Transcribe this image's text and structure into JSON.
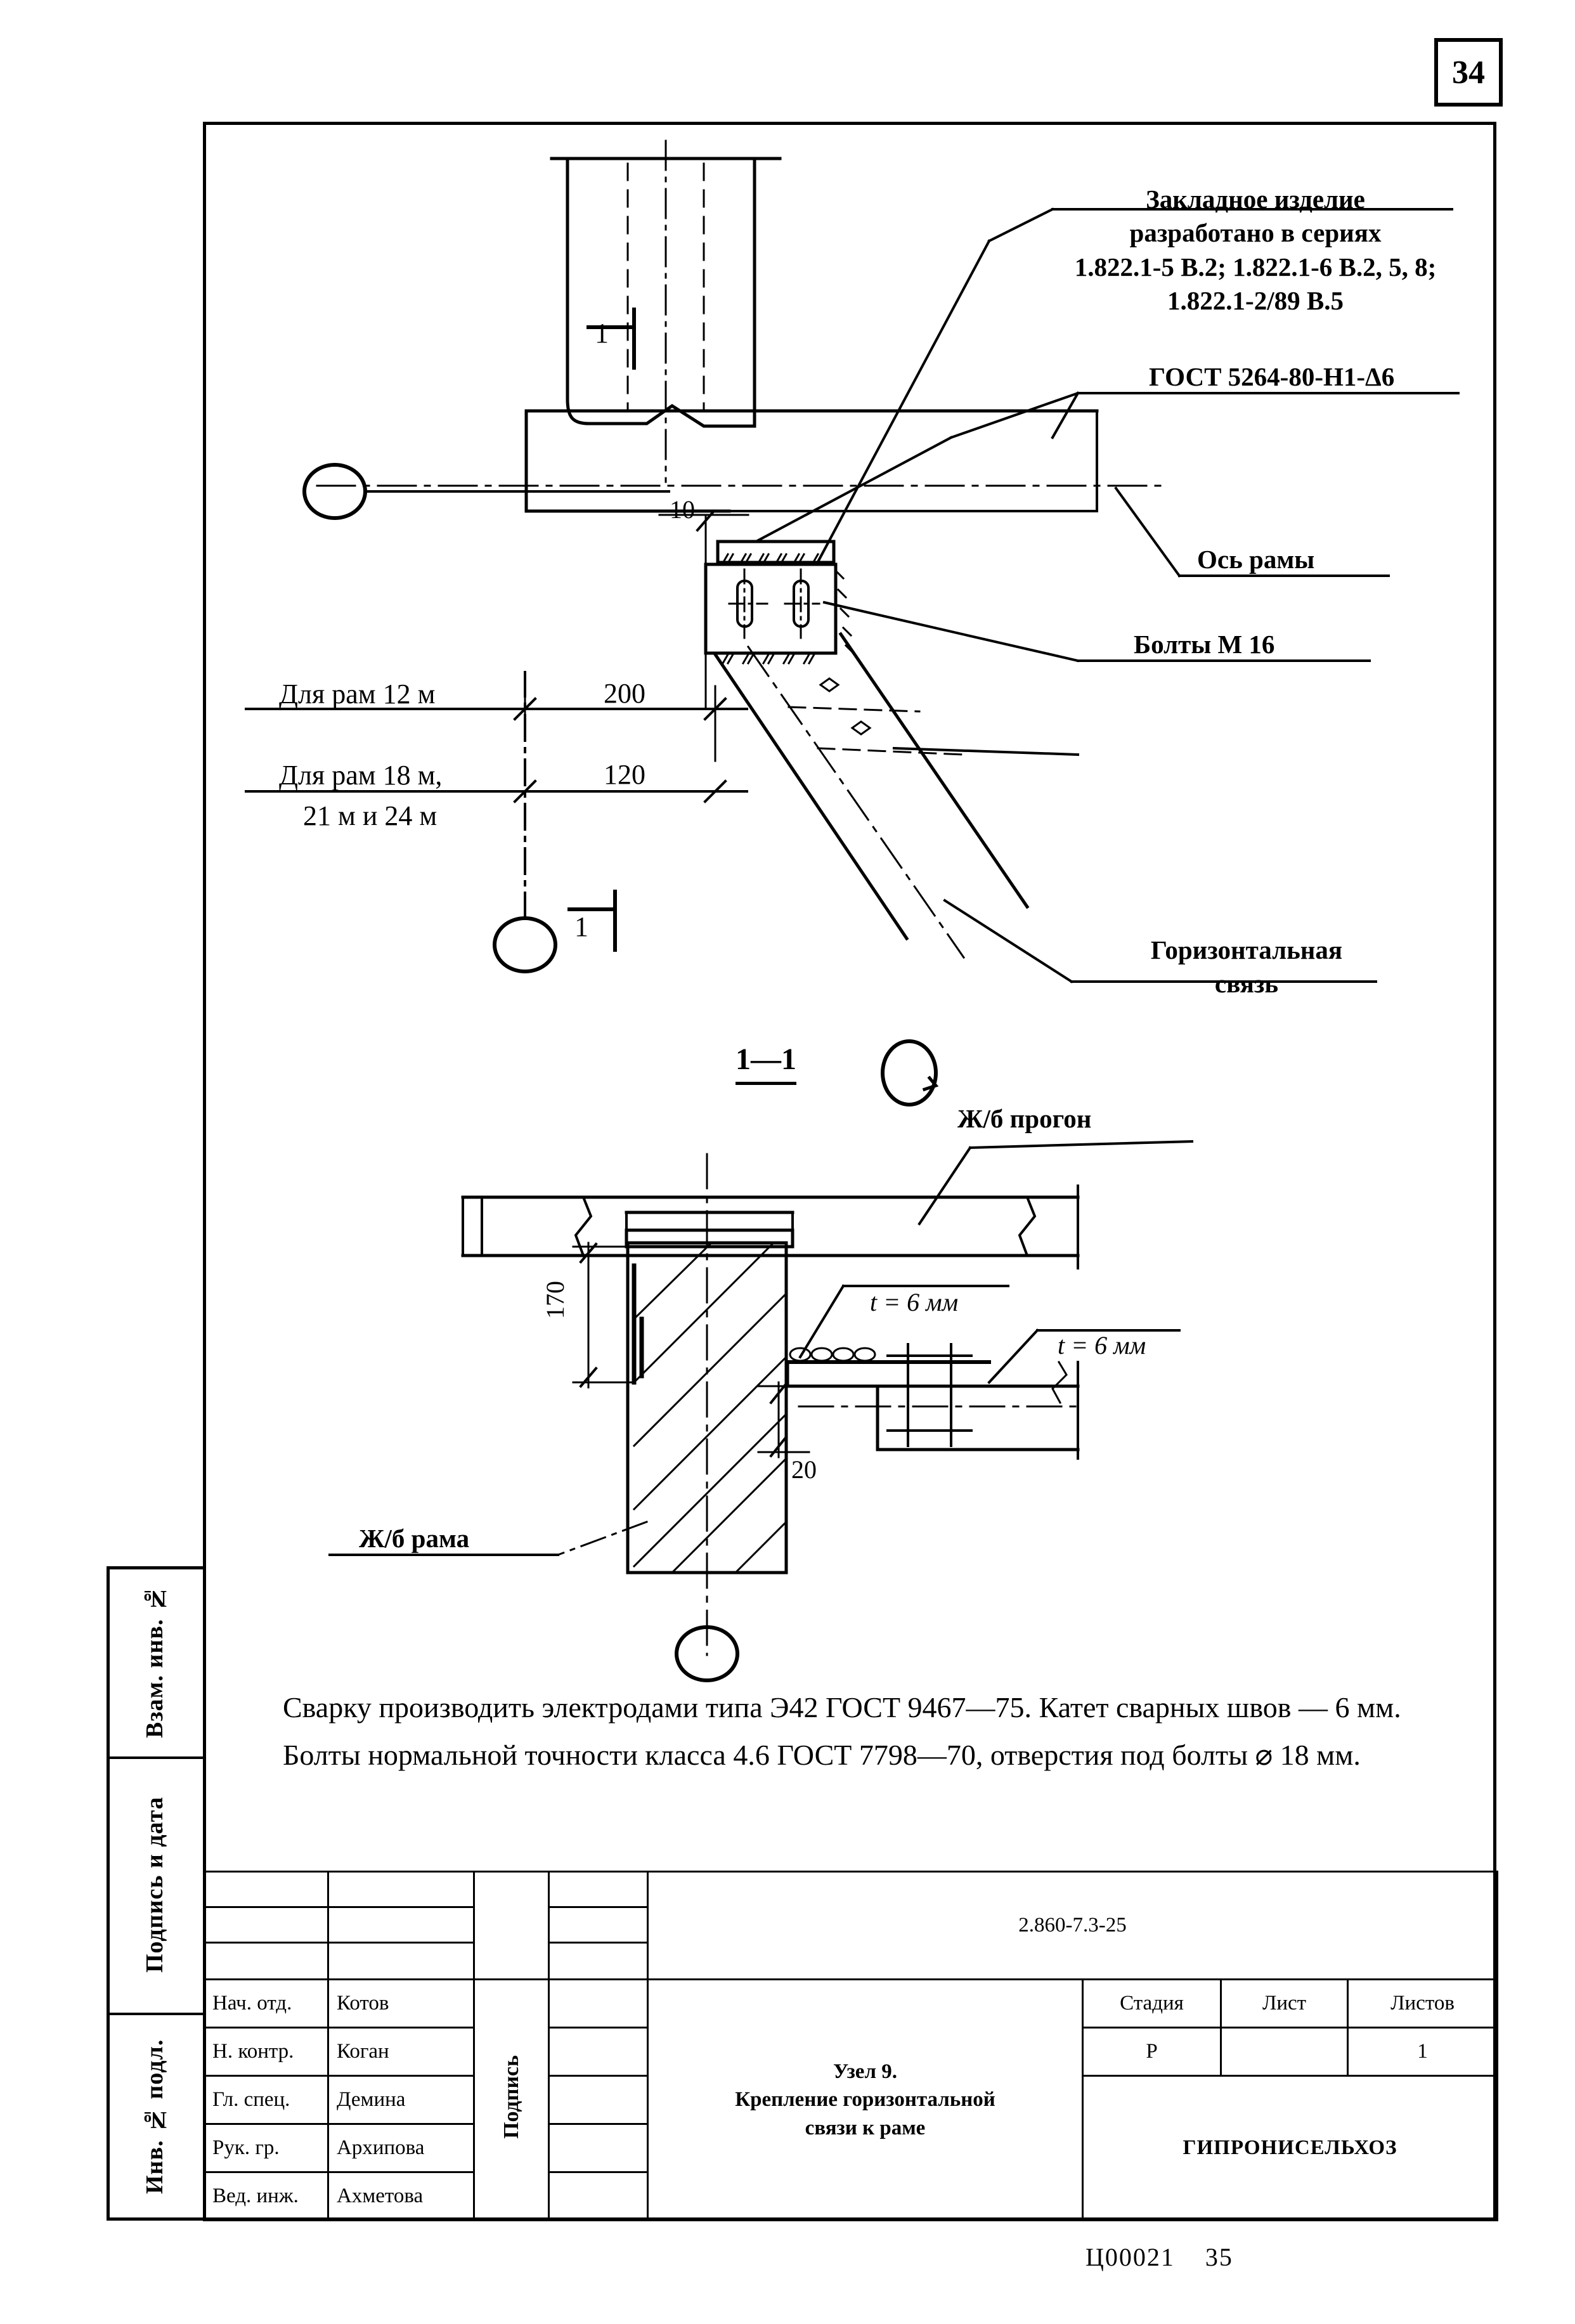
{
  "page": {
    "number": "34",
    "footer_code": "Ц00021",
    "footer_page": "35"
  },
  "drawing": {
    "annotations": {
      "embedded_part": {
        "line1": "Закладное изделие",
        "line2": "разработано в сериях",
        "line3": "1.822.1-5 В.2; 1.822.1-6 В.2, 5, 8;",
        "line4": "1.822.1-2/89 В.5"
      },
      "weld_gost": "ГОСТ 5264-80-Н1-Δ6",
      "frame_axis": "Ось рамы",
      "bolts": "Болты М 16",
      "horizontal_tie_l1": "Горизонтальная",
      "horizontal_tie_l2": "связь",
      "section_label": "1—1",
      "purlin": "Ж/б прогон",
      "frame": "Ж/б рама",
      "plate_t1": "t = 6 мм",
      "plate_t2": "t = 6 мм",
      "section_mark_top": "1",
      "section_mark_bottom": "1"
    },
    "dimensions": {
      "rows": [
        {
          "label": "Для рам 12 м",
          "value": "200"
        },
        {
          "label_l1": "Для рам 18 м,",
          "label_l2": "21 м и 24 м",
          "value": "120"
        }
      ],
      "gap_10": "10",
      "height_170": "170",
      "offset_20": "20"
    }
  },
  "notes": {
    "p1": "Сварку производить электродами типа Э42 ГОСТ 9467—75. Катет сварных швов — 6 мм.",
    "p2": "Болты нормальной точности класса 4.6 ГОСТ 7798—70, отверстия под болты ⌀ 18 мм."
  },
  "sidebar": {
    "items": [
      {
        "label": "Взам. инв. №"
      },
      {
        "label": "Подпись и дата"
      },
      {
        "label": "Инв. № подл."
      }
    ]
  },
  "title_block": {
    "doc_code": "2.860-7.3-25",
    "signature_column_label": "Подпись",
    "roles": [
      {
        "role": "Нач. отд.",
        "name": "Котов"
      },
      {
        "role": "Н. контр.",
        "name": "Коган"
      },
      {
        "role": "Гл. спец.",
        "name": "Демина"
      },
      {
        "role": "Рук. гр.",
        "name": "Архипова"
      },
      {
        "role": "Вед. инж.",
        "name": "Ахметова"
      }
    ],
    "title_l1": "Узел 9.",
    "title_l2": "Крепление горизонтальной",
    "title_l3": "связи к раме",
    "stage_headers": {
      "stage": "Стадия",
      "sheet": "Лист",
      "sheets": "Листов"
    },
    "stage_values": {
      "stage": "Р",
      "sheet": "",
      "sheets": "1"
    },
    "organization": "ГИПРОНИСЕЛЬХОЗ"
  }
}
